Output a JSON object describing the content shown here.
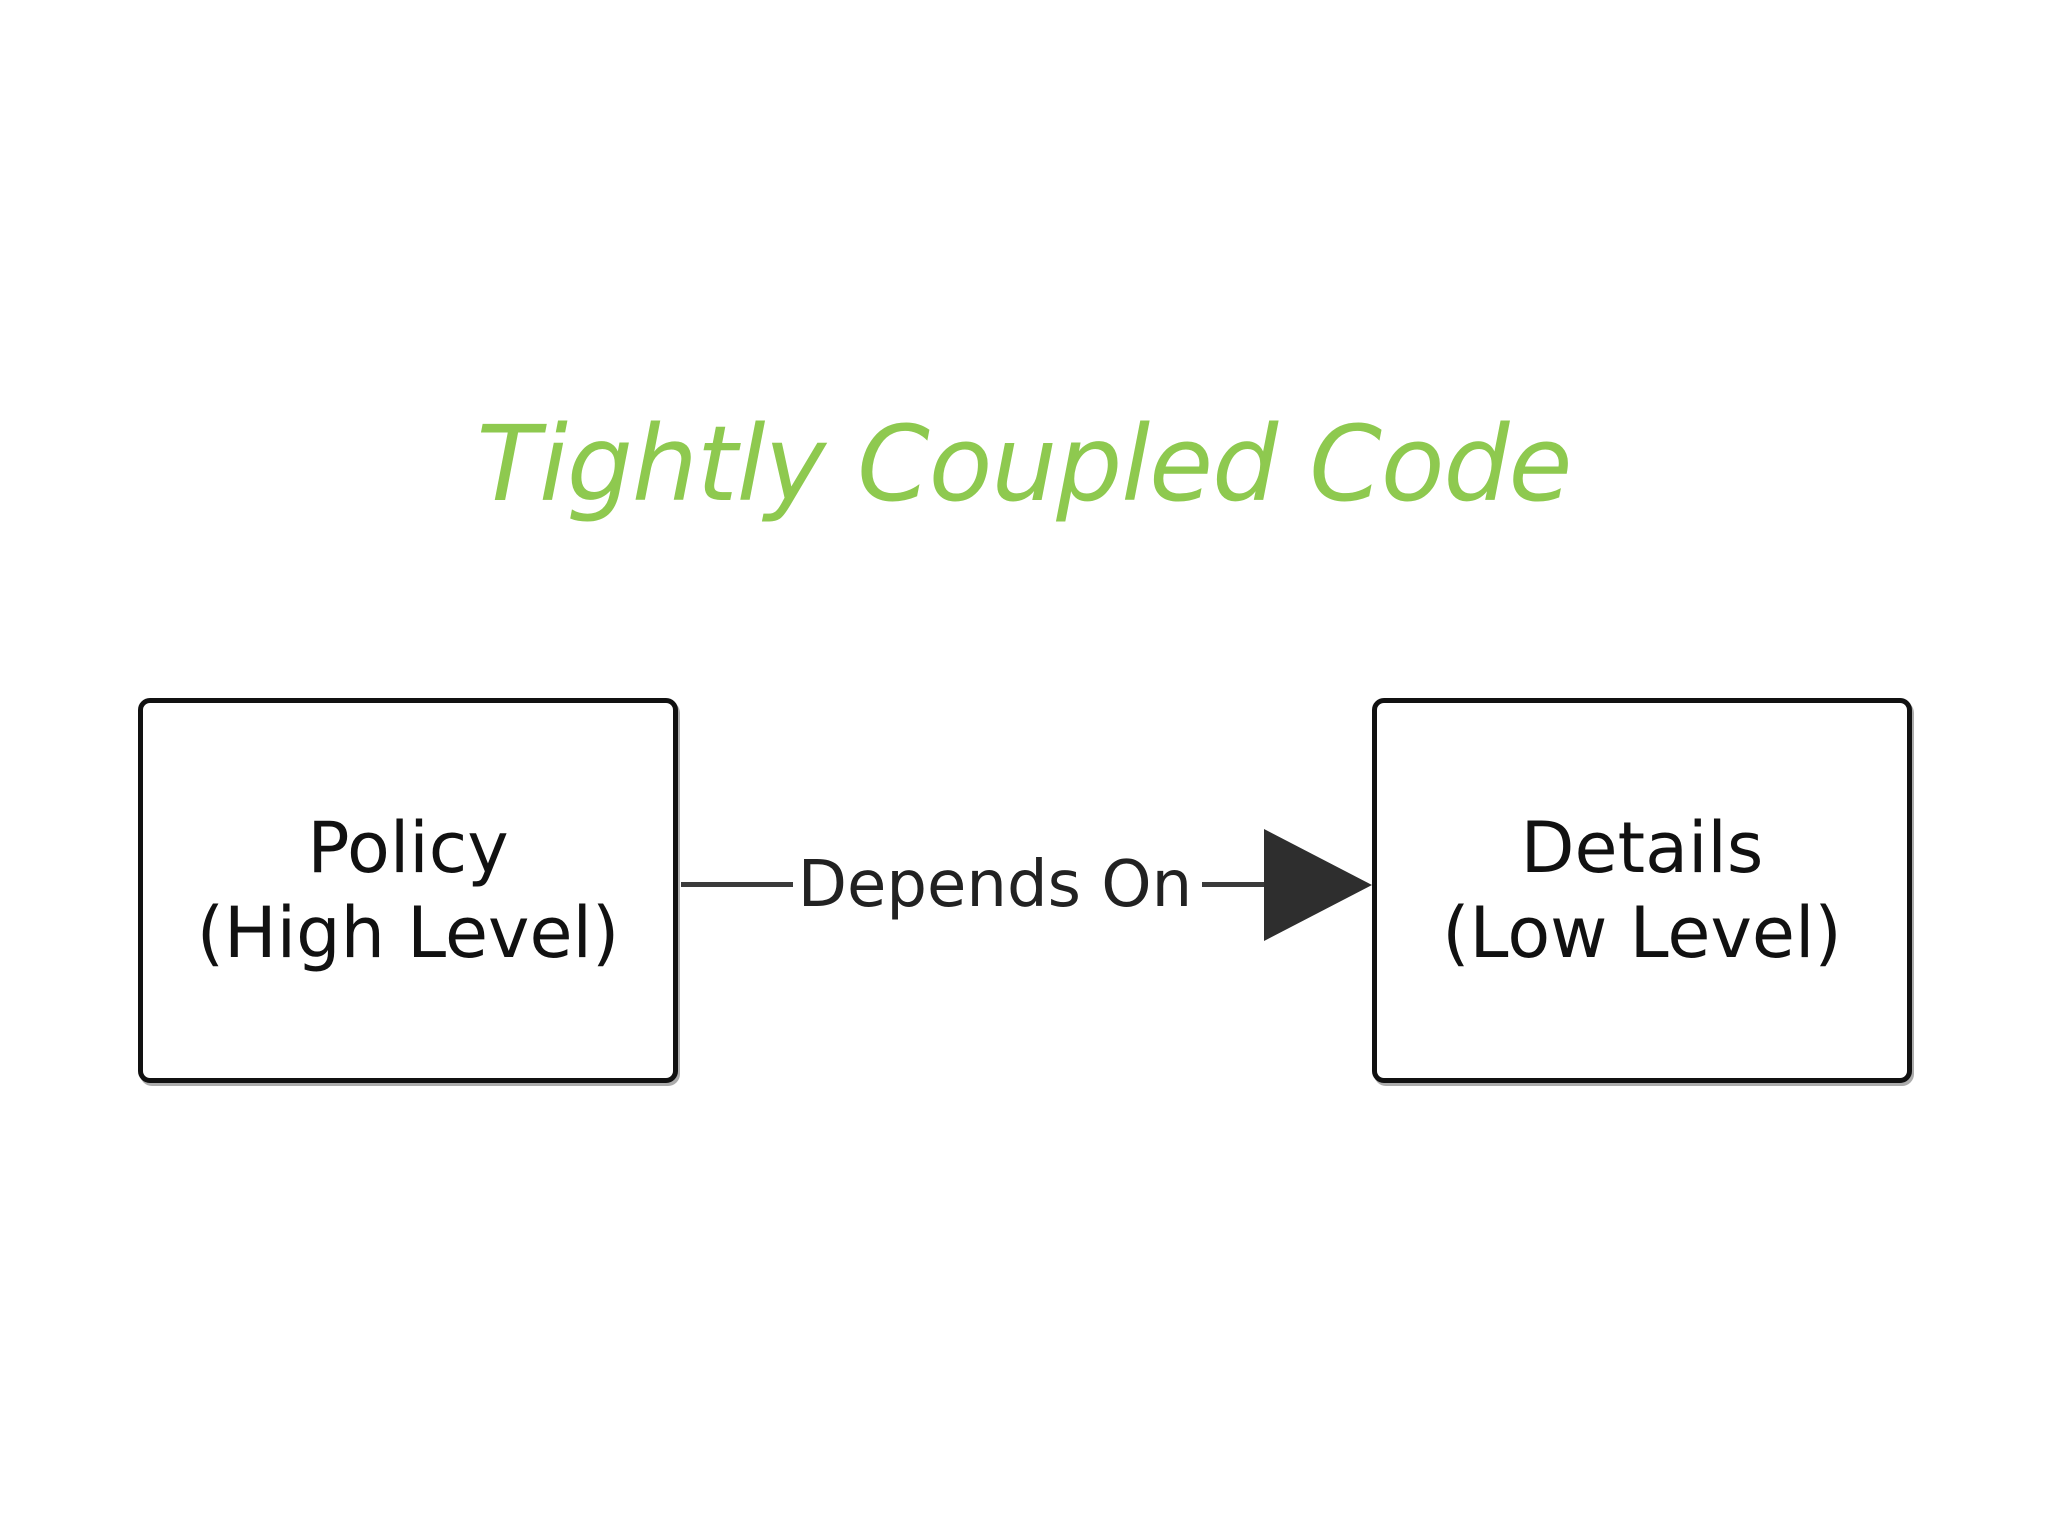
{
  "title": {
    "text": "Tightly Coupled Code"
  },
  "diagram": {
    "policy_box": {
      "line1": "Policy",
      "line2": "(High Level)"
    },
    "details_box": {
      "line1": "Details",
      "line2": "(Low Level)"
    },
    "connector": {
      "label": "Depends On",
      "direction": "left-to-right",
      "from": "Policy (High Level)",
      "to": "Details (Low Level)"
    }
  },
  "colors": {
    "background": "#ffffff",
    "title_green": "#8ec94f",
    "box_border": "#111111",
    "box_fill": "#ffffff",
    "text": "#111111",
    "connector": "#3b3b3b",
    "arrowhead": "#2e2e2e"
  }
}
